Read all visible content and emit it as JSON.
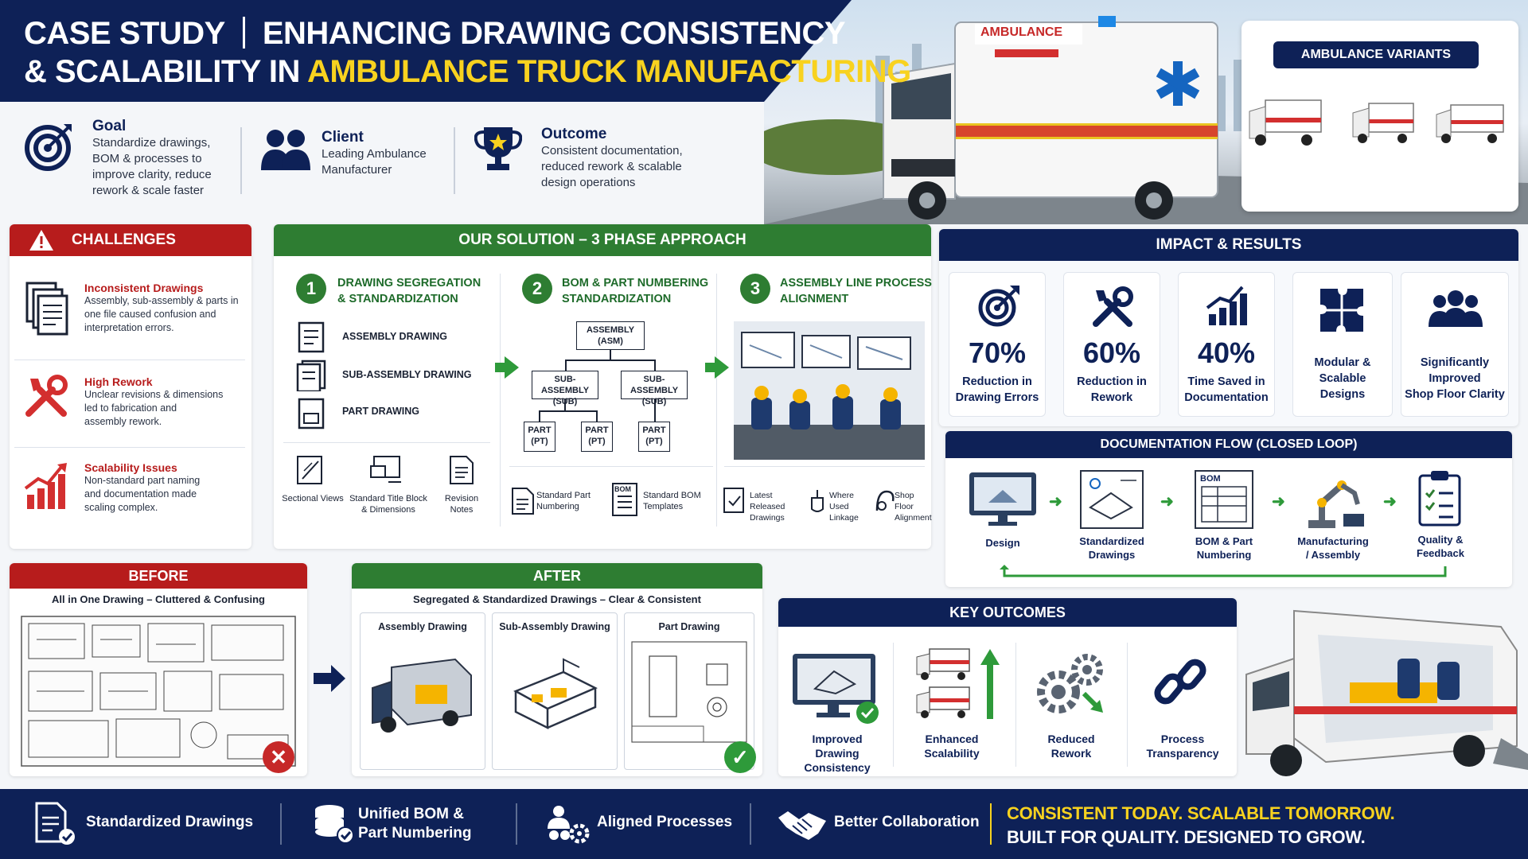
{
  "header": {
    "case_study": "CASE STUDY",
    "title_line1": "ENHANCING DRAWING CONSISTENCY",
    "title_line2_prefix": "& SCALABILITY IN ",
    "title_line2_highlight": "AMBULANCE TRUCK MANUFACTURING"
  },
  "hero": {
    "truck_label": "AMBULANCE",
    "variants_title": "AMBULANCE VARIANTS"
  },
  "info": {
    "goal_title": "Goal",
    "goal_text_1": "Standardize drawings,",
    "goal_text_2": "BOM & processes to",
    "goal_text_3": "improve clarity, reduce",
    "goal_text_4": "rework & scale faster",
    "client_title": "Client",
    "client_text_1": "Leading Ambulance",
    "client_text_2": "Manufacturer",
    "outcome_title": "Outcome",
    "outcome_text_1": "Consistent documentation,",
    "outcome_text_2": "reduced rework & scalable",
    "outcome_text_3": "design operations"
  },
  "challenges": {
    "title": "CHALLENGES",
    "items": [
      {
        "title": "Inconsistent Drawings",
        "l1": "Assembly, sub-assembly & parts in",
        "l2": "one file caused confusion and",
        "l3": "interpretation errors."
      },
      {
        "title": "High Rework",
        "l1": "Unclear revisions & dimensions",
        "l2": "led to fabrication and",
        "l3": "assembly rework."
      },
      {
        "title": "Scalability Issues",
        "l1": "Non-standard part naming",
        "l2": "and documentation made",
        "l3": "scaling complex."
      }
    ]
  },
  "solution": {
    "title": "OUR SOLUTION – 3 PHASE APPROACH",
    "phase1": {
      "num": "1",
      "title_1": "DRAWING SEGREGATION",
      "title_2": "& STANDARDIZATION"
    },
    "phase2": {
      "num": "2",
      "title_1": "BOM & PART NUMBERING",
      "title_2": "STANDARDIZATION"
    },
    "phase3": {
      "num": "3",
      "title_1": "ASSEMBLY LINE PROCESS",
      "title_2": "ALIGNMENT"
    },
    "docs": [
      "ASSEMBLY DRAWING",
      "SUB-ASSEMBLY DRAWING",
      "PART DRAWING"
    ],
    "tree": {
      "asm_1": "ASSEMBLY",
      "asm_2": "(ASM)",
      "sub_1": "SUB-ASSEMBLY",
      "sub_2": "(SUB)",
      "part_1": "PART",
      "part_2": "(PT)"
    },
    "p1_features": [
      {
        "l1": "Sectional Views",
        "l2": ""
      },
      {
        "l1": "Standard Title Block",
        "l2": "& Dimensions"
      },
      {
        "l1": "Revision",
        "l2": "Notes"
      }
    ],
    "p2_features": [
      {
        "l1": "Standard Part",
        "l2": "Numbering"
      },
      {
        "l1": "Standard BOM",
        "l2": "Templates"
      }
    ],
    "p3_features": [
      {
        "l1": "Latest Released",
        "l2": "Drawings"
      },
      {
        "l1": "Where Used",
        "l2": "Linkage"
      },
      {
        "l1": "Shop Floor",
        "l2": "Alignment"
      }
    ],
    "bom_icon_text": "BOM"
  },
  "impact": {
    "title": "IMPACT & RESULTS",
    "metrics": [
      {
        "value": "70%",
        "l1": "Reduction in",
        "l2": "Drawing Errors",
        "l3": ""
      },
      {
        "value": "60%",
        "l1": "Reduction in",
        "l2": "Rework",
        "l3": ""
      },
      {
        "value": "40%",
        "l1": "Time Saved in",
        "l2": "Documentation",
        "l3": ""
      },
      {
        "value": "",
        "l1": "Modular &",
        "l2": "Scalable",
        "l3": "Designs"
      },
      {
        "value": "",
        "l1": "Significantly",
        "l2": "Improved",
        "l3": "Shop Floor Clarity"
      }
    ]
  },
  "doc_flow": {
    "title": "DOCUMENTATION FLOW (CLOSED LOOP)",
    "steps": [
      {
        "l1": "Design",
        "l2": ""
      },
      {
        "l1": "Standardized",
        "l2": "Drawings"
      },
      {
        "l1": "BOM & Part",
        "l2": "Numbering"
      },
      {
        "l1": "Manufacturing",
        "l2": "/ Assembly"
      },
      {
        "l1": "Quality &",
        "l2": "Feedback"
      }
    ],
    "bom_icon_text": "BOM"
  },
  "before": {
    "title": "BEFORE",
    "subtitle": "All in One Drawing – Cluttered & Confusing"
  },
  "after": {
    "title": "AFTER",
    "subtitle": "Segregated & Standardized Drawings – Clear & Consistent",
    "cards": [
      "Assembly Drawing",
      "Sub-Assembly Drawing",
      "Part Drawing"
    ]
  },
  "key_outcomes": {
    "title": "KEY OUTCOMES",
    "items": [
      {
        "l1": "Improved",
        "l2": "Drawing Consistency"
      },
      {
        "l1": "Enhanced",
        "l2": "Scalability"
      },
      {
        "l1": "Reduced",
        "l2": "Rework"
      },
      {
        "l1": "Process",
        "l2": "Transparency"
      }
    ]
  },
  "footer": {
    "items": [
      {
        "l1": "Standardized Drawings",
        "l2": ""
      },
      {
        "l1": "Unified BOM &",
        "l2": "Part Numbering"
      },
      {
        "l1": "Aligned Processes",
        "l2": ""
      },
      {
        "l1": "Better Collaboration",
        "l2": ""
      }
    ],
    "tagline_1": "CONSISTENT TODAY. SCALABLE TOMORROW.",
    "tagline_2": "BUILT FOR QUALITY. DESIGNED TO GROW."
  },
  "colors": {
    "navy": "#0e2157",
    "red": "#b71c1c",
    "green": "#2e7d32",
    "yellow": "#f8d21f"
  }
}
